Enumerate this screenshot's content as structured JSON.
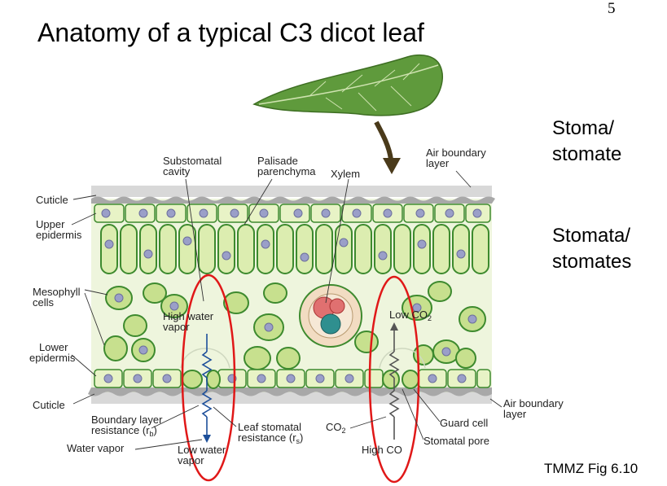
{
  "page": {
    "number": "5",
    "title": "Anatomy of a typical C3 dicot leaf",
    "notes": [
      {
        "line1": "Stoma/",
        "line2": "stomate"
      },
      {
        "line1": "Stomata/",
        "line2": "stomates"
      }
    ],
    "citation": "TMMZ  Fig 6.10"
  },
  "diagram": {
    "labels": {
      "substomatal_cavity": [
        "Substomatal",
        "cavity"
      ],
      "palisade_parenchyma": [
        "Palisade",
        "parenchyma"
      ],
      "xylem": "Xylem",
      "air_boundary_top": [
        "Air boundary",
        "layer"
      ],
      "cuticle_top": "Cuticle",
      "upper_epidermis": [
        "Upper",
        "epidermis"
      ],
      "mesophyll_cells": [
        "Mesophyll",
        "cells"
      ],
      "lower_epidermis": [
        "Lower",
        "epidermis"
      ],
      "cuticle_bottom": "Cuticle",
      "high_water_vapor": [
        "High water",
        "vapor"
      ],
      "low_co2": "Low CO",
      "boundary_layer_resistance": [
        "Boundary layer",
        "resistance (r"
      ],
      "boundary_sub": "b",
      "leaf_stomatal_resistance": [
        "Leaf stomatal",
        "resistance (r"
      ],
      "stomatal_sub": "s",
      "water_vapor": "Water vapor",
      "low_water_vapor": [
        "Low water",
        "vapor"
      ],
      "co2": "CO",
      "high_co2": "High CO",
      "guard_cell": "Guard cell",
      "stomatal_pore": "Stomatal pore",
      "air_boundary_bottom": [
        "Air boundary",
        "layer"
      ]
    },
    "colors": {
      "leaf_green": "#5f9a3c",
      "cell_fill": "#e8f3c6",
      "cell_edge": "#3d8a2e",
      "nucleus": "#9a9fc8",
      "cuticle": "#a8a8a8",
      "air_layer": "#d8d8d8",
      "xylem_red": "#e07070",
      "phloem_teal": "#2f8f8f",
      "annotation_red": "#e01818",
      "arrow_blue": "#1d4f9a"
    }
  }
}
